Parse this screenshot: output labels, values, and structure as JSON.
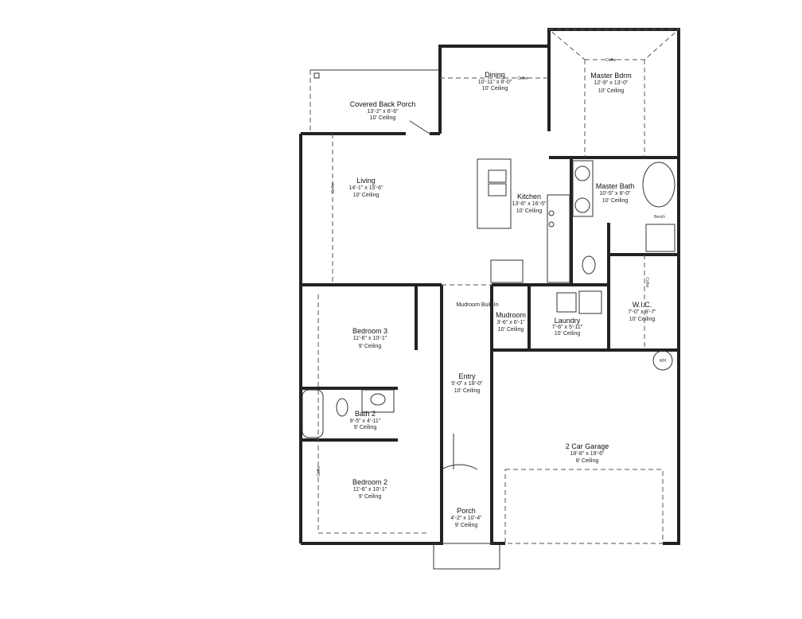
{
  "rooms": {
    "covered_back_porch": {
      "name": "Covered Back Porch",
      "size": "13'-2\" x 6'-6\"",
      "ceiling": "10' Ceiling"
    },
    "dining": {
      "name": "Dining",
      "size": "10'-11\" x 8'-0\"",
      "ceiling": "10' Ceiling"
    },
    "master_bdrm": {
      "name": "Master Bdrm",
      "size": "12'-9\" x 13'-0\"",
      "ceiling": "10' Ceiling"
    },
    "living": {
      "name": "Living",
      "size": "14'-1\" x 15'-6\"",
      "ceiling": "10' Ceiling"
    },
    "kitchen": {
      "name": "Kitchen",
      "size": "13'-6\" x 16'-5\"",
      "ceiling": "10' Ceiling"
    },
    "master_bath": {
      "name": "Master Bath",
      "size": "10'-5\" x 8'-0\"",
      "ceiling": "10' Ceiling"
    },
    "wic": {
      "name": "W.I.C.",
      "size": "7'-0\" x 8'-7\"",
      "ceiling": "10' Ceiling"
    },
    "mudroom": {
      "name": "Mudroom",
      "size": "3'-6\" x 6'-1\"",
      "ceiling": "10' Ceiling"
    },
    "laundry": {
      "name": "Laundry",
      "size": "7'-6\" x 5'-11\"",
      "ceiling": "10' Ceiling"
    },
    "bedroom_3": {
      "name": "Bedroom 3",
      "size": "11'-6\" x 10'-1\"",
      "ceiling": "9' Ceiling"
    },
    "entry": {
      "name": "Entry",
      "size": "5'-0\" x 18'-0\"",
      "ceiling": "10' Ceiling"
    },
    "bath_2": {
      "name": "Bath 2",
      "size": "9'-5\" x 4'-11\"",
      "ceiling": "9' Ceiling"
    },
    "garage": {
      "name": "2 Car Garage",
      "size": "18'-8\" x 19'-6\"",
      "ceiling": "8' Ceiling"
    },
    "bedroom_2": {
      "name": "Bedroom 2",
      "size": "11'-6\" x 10'-1\"",
      "ceiling": "9' Ceiling"
    },
    "porch": {
      "name": "Porch",
      "size": "4'-2\" x 10'-4\"",
      "ceiling": "9' Ceiling"
    }
  },
  "annotations": {
    "coffer": "Coffer",
    "mudroom_built_in": "Mudroom Built-In",
    "bench": "Bench",
    "water_heater": "WH"
  }
}
